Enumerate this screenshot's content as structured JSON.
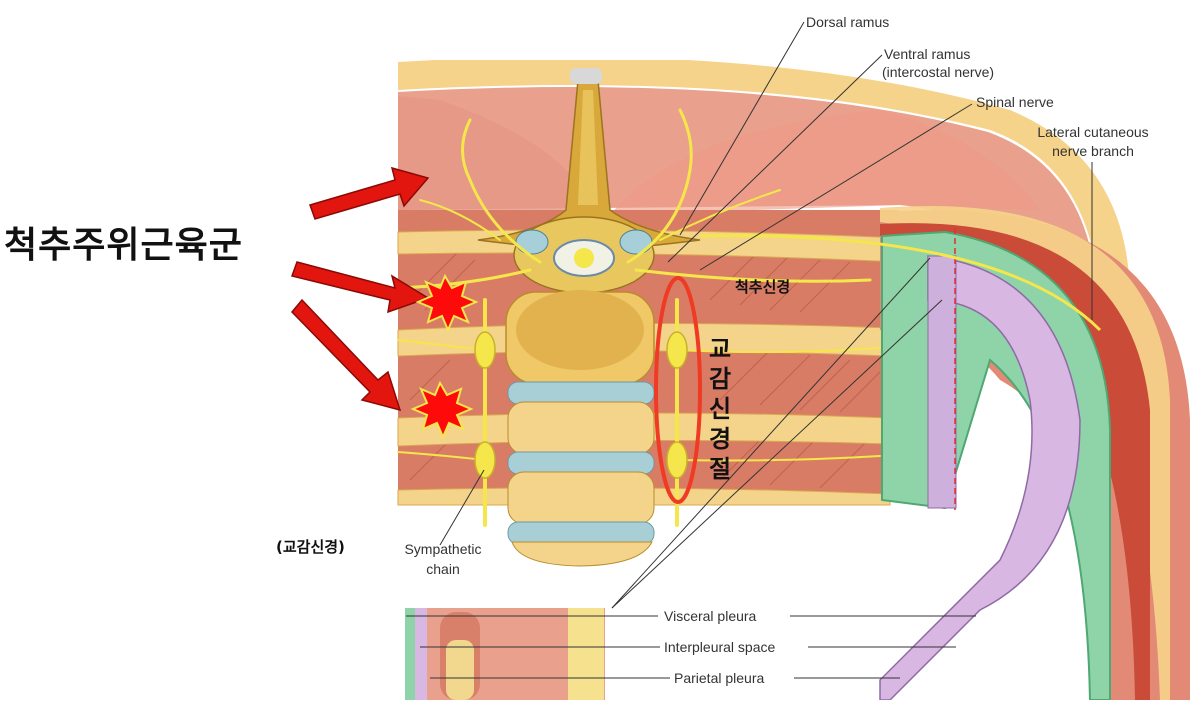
{
  "colors": {
    "muscle": "#e9a08c",
    "muscle_dark": "#cf6b55",
    "fat": "#f6d38a",
    "bone": "#e2b84a",
    "nerve": "#f5e64b",
    "pleura_green": "#7bc89a",
    "pleura_purple": "#c9a8d6",
    "arrow_red": "#e3150f",
    "highlight_red": "#ef3b24",
    "disc_blue": "#a9cfd6"
  },
  "labels": {
    "dorsal_ramus": "Dorsal ramus",
    "ventral_ramus_1": "Ventral ramus",
    "ventral_ramus_2": "(intercostal nerve)",
    "spinal_nerve": "Spinal nerve",
    "lateral_cutaneous_1": "Lateral cutaneous",
    "lateral_cutaneous_2": "nerve branch",
    "sympathetic_chain_1": "Sympathetic",
    "sympathetic_chain_2": "chain",
    "visceral_pleura": "Visceral pleura",
    "interpleural_space": "Interpleural space",
    "parietal_pleura": "Parietal pleura"
  },
  "annotations_kr": {
    "paraspinal_muscles": "척추주위근육군",
    "sympathetic_ganglion": "교감신경절",
    "spinal_nerve": "척추신경",
    "sympathetic_nerve": "(교감신경)"
  }
}
